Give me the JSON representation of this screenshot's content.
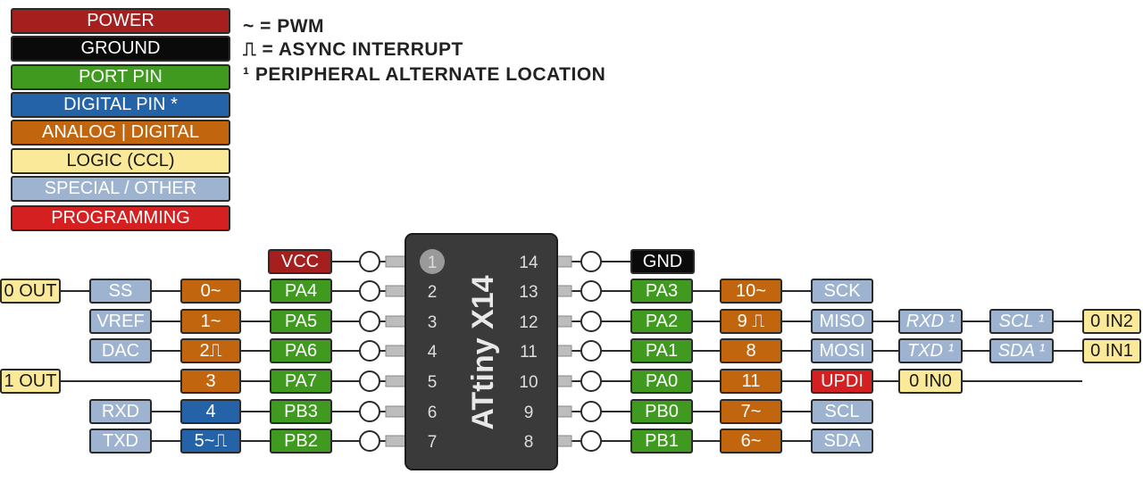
{
  "legend": [
    {
      "label": "POWER",
      "bg": "#a61f1f",
      "fg": "#ffffff"
    },
    {
      "label": "GROUND",
      "bg": "#0a0a0a",
      "fg": "#ffffff"
    },
    {
      "label": "PORT PIN",
      "bg": "#3f9a1f",
      "fg": "#ffffff"
    },
    {
      "label": "DIGITAL PIN *",
      "bg": "#2563a8",
      "fg": "#ffffff"
    },
    {
      "label": "ANALOG | DIGITAL",
      "bg": "#c2650f",
      "fg": "#ffffff"
    },
    {
      "label": "LOGIC (CCL)",
      "bg": "#fbe99a",
      "fg": "#1a1a1a"
    },
    {
      "label": "SPECIAL / OTHER",
      "bg": "#9db3cf",
      "fg": "#ffffff"
    },
    {
      "label": "PROGRAMMING",
      "bg": "#d42020",
      "fg": "#ffffff"
    }
  ],
  "notes": [
    "~ = PWM",
    "⎍ = ASYNC INTERRUPT",
    "¹ PERIPHERAL ALTERNATE LOCATION"
  ],
  "chip": {
    "name": "ATtiny X14",
    "pin_numbers_left": [
      "1",
      "2",
      "3",
      "4",
      "5",
      "6",
      "7"
    ],
    "pin_numbers_right": [
      "14",
      "13",
      "12",
      "11",
      "10",
      "9",
      "8"
    ]
  },
  "power_pins": {
    "vcc": "VCC",
    "gnd": "GND"
  },
  "left_rows": [
    {
      "logic": "0 OUT",
      "special": "SS",
      "arduino": "0~",
      "arduino_color": "orange",
      "port": "PA4"
    },
    {
      "logic": "",
      "special": "VREF",
      "arduino": "1~",
      "arduino_color": "orange",
      "port": "PA5"
    },
    {
      "logic": "",
      "special": "DAC",
      "arduino": "2⎍",
      "arduino_color": "orange",
      "port": "PA6"
    },
    {
      "logic": "1 OUT",
      "special": "",
      "arduino": "3",
      "arduino_color": "orange",
      "port": "PA7"
    },
    {
      "logic": "",
      "special": "RXD",
      "arduino": "4",
      "arduino_color": "blue",
      "port": "PB3"
    },
    {
      "logic": "",
      "special": "TXD",
      "arduino": "5~⎍",
      "arduino_color": "blue",
      "port": "PB2"
    }
  ],
  "right_rows": [
    {
      "port": "PA3",
      "arduino": "10~",
      "arduino_color": "orange",
      "special": "SCK",
      "special_color": "special",
      "alt1": "",
      "alt2": "",
      "logic": ""
    },
    {
      "port": "PA2",
      "arduino": "9 ⎍",
      "arduino_color": "orange",
      "special": "MISO",
      "special_color": "special",
      "alt1": "RXD ¹",
      "alt2": "SCL ¹",
      "logic": "0 IN2"
    },
    {
      "port": "PA1",
      "arduino": "8",
      "arduino_color": "orange",
      "special": "MOSI",
      "special_color": "special",
      "alt1": "TXD ¹",
      "alt2": "SDA ¹",
      "logic": "0 IN1"
    },
    {
      "port": "PA0",
      "arduino": "11",
      "arduino_color": "orange",
      "special": "UPDI",
      "special_color": "programming",
      "alt1": "",
      "alt2": "",
      "logic": "0 IN0"
    },
    {
      "port": "PB0",
      "arduino": "7~",
      "arduino_color": "orange",
      "special": "SCL",
      "special_color": "special",
      "alt1": "",
      "alt2": "",
      "logic": ""
    },
    {
      "port": "PB1",
      "arduino": "6~",
      "arduino_color": "orange",
      "special": "SDA",
      "special_color": "special",
      "alt1": "",
      "alt2": "",
      "logic": ""
    }
  ],
  "colors": {
    "power": "#a61f1f",
    "ground": "#0a0a0a",
    "port": "#3f9a1f",
    "blue": "#2563a8",
    "orange": "#c2650f",
    "logic": "#fbe99a",
    "special": "#9db3cf",
    "programming": "#d42020",
    "chip": "#3a3a3a",
    "pin": "#bdbdbd",
    "line": "#2a2a2a"
  }
}
